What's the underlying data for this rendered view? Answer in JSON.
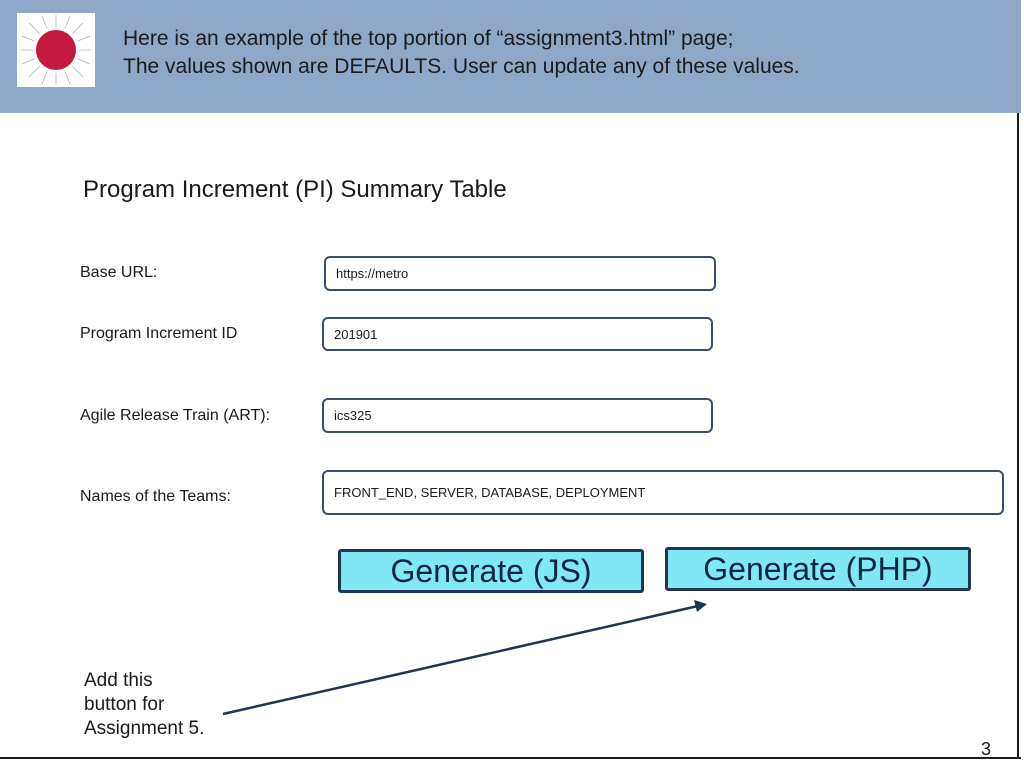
{
  "banner": {
    "line1": "Here is an example of the top portion of “assignment3.html” page;",
    "line2": "The values shown are DEFAULTS.  User can update any of these values."
  },
  "logo": {
    "icon": "sun-seal-icon",
    "color": "#c41a3b"
  },
  "form": {
    "title": "Program Increment (PI) Summary Table",
    "base_url": {
      "label": "Base URL:",
      "value": "https://metro"
    },
    "pi_id": {
      "label": "Program Increment ID",
      "value": "201901"
    },
    "art": {
      "label": "Agile Release Train (ART):",
      "value": "ics325"
    },
    "teams": {
      "label": "Names of the Teams:",
      "value": "FRONT_END, SERVER, DATABASE, DEPLOYMENT"
    }
  },
  "buttons": {
    "generate_js": "Generate (JS)",
    "generate_php": "Generate (PHP)"
  },
  "note": {
    "line1": "Add this",
    "line2": "button for",
    "line3": "Assignment 5."
  },
  "page_number": "3",
  "colors": {
    "banner": "#8ea9c8",
    "button_fill": "#7fe8f4",
    "button_border": "#1f3552"
  }
}
